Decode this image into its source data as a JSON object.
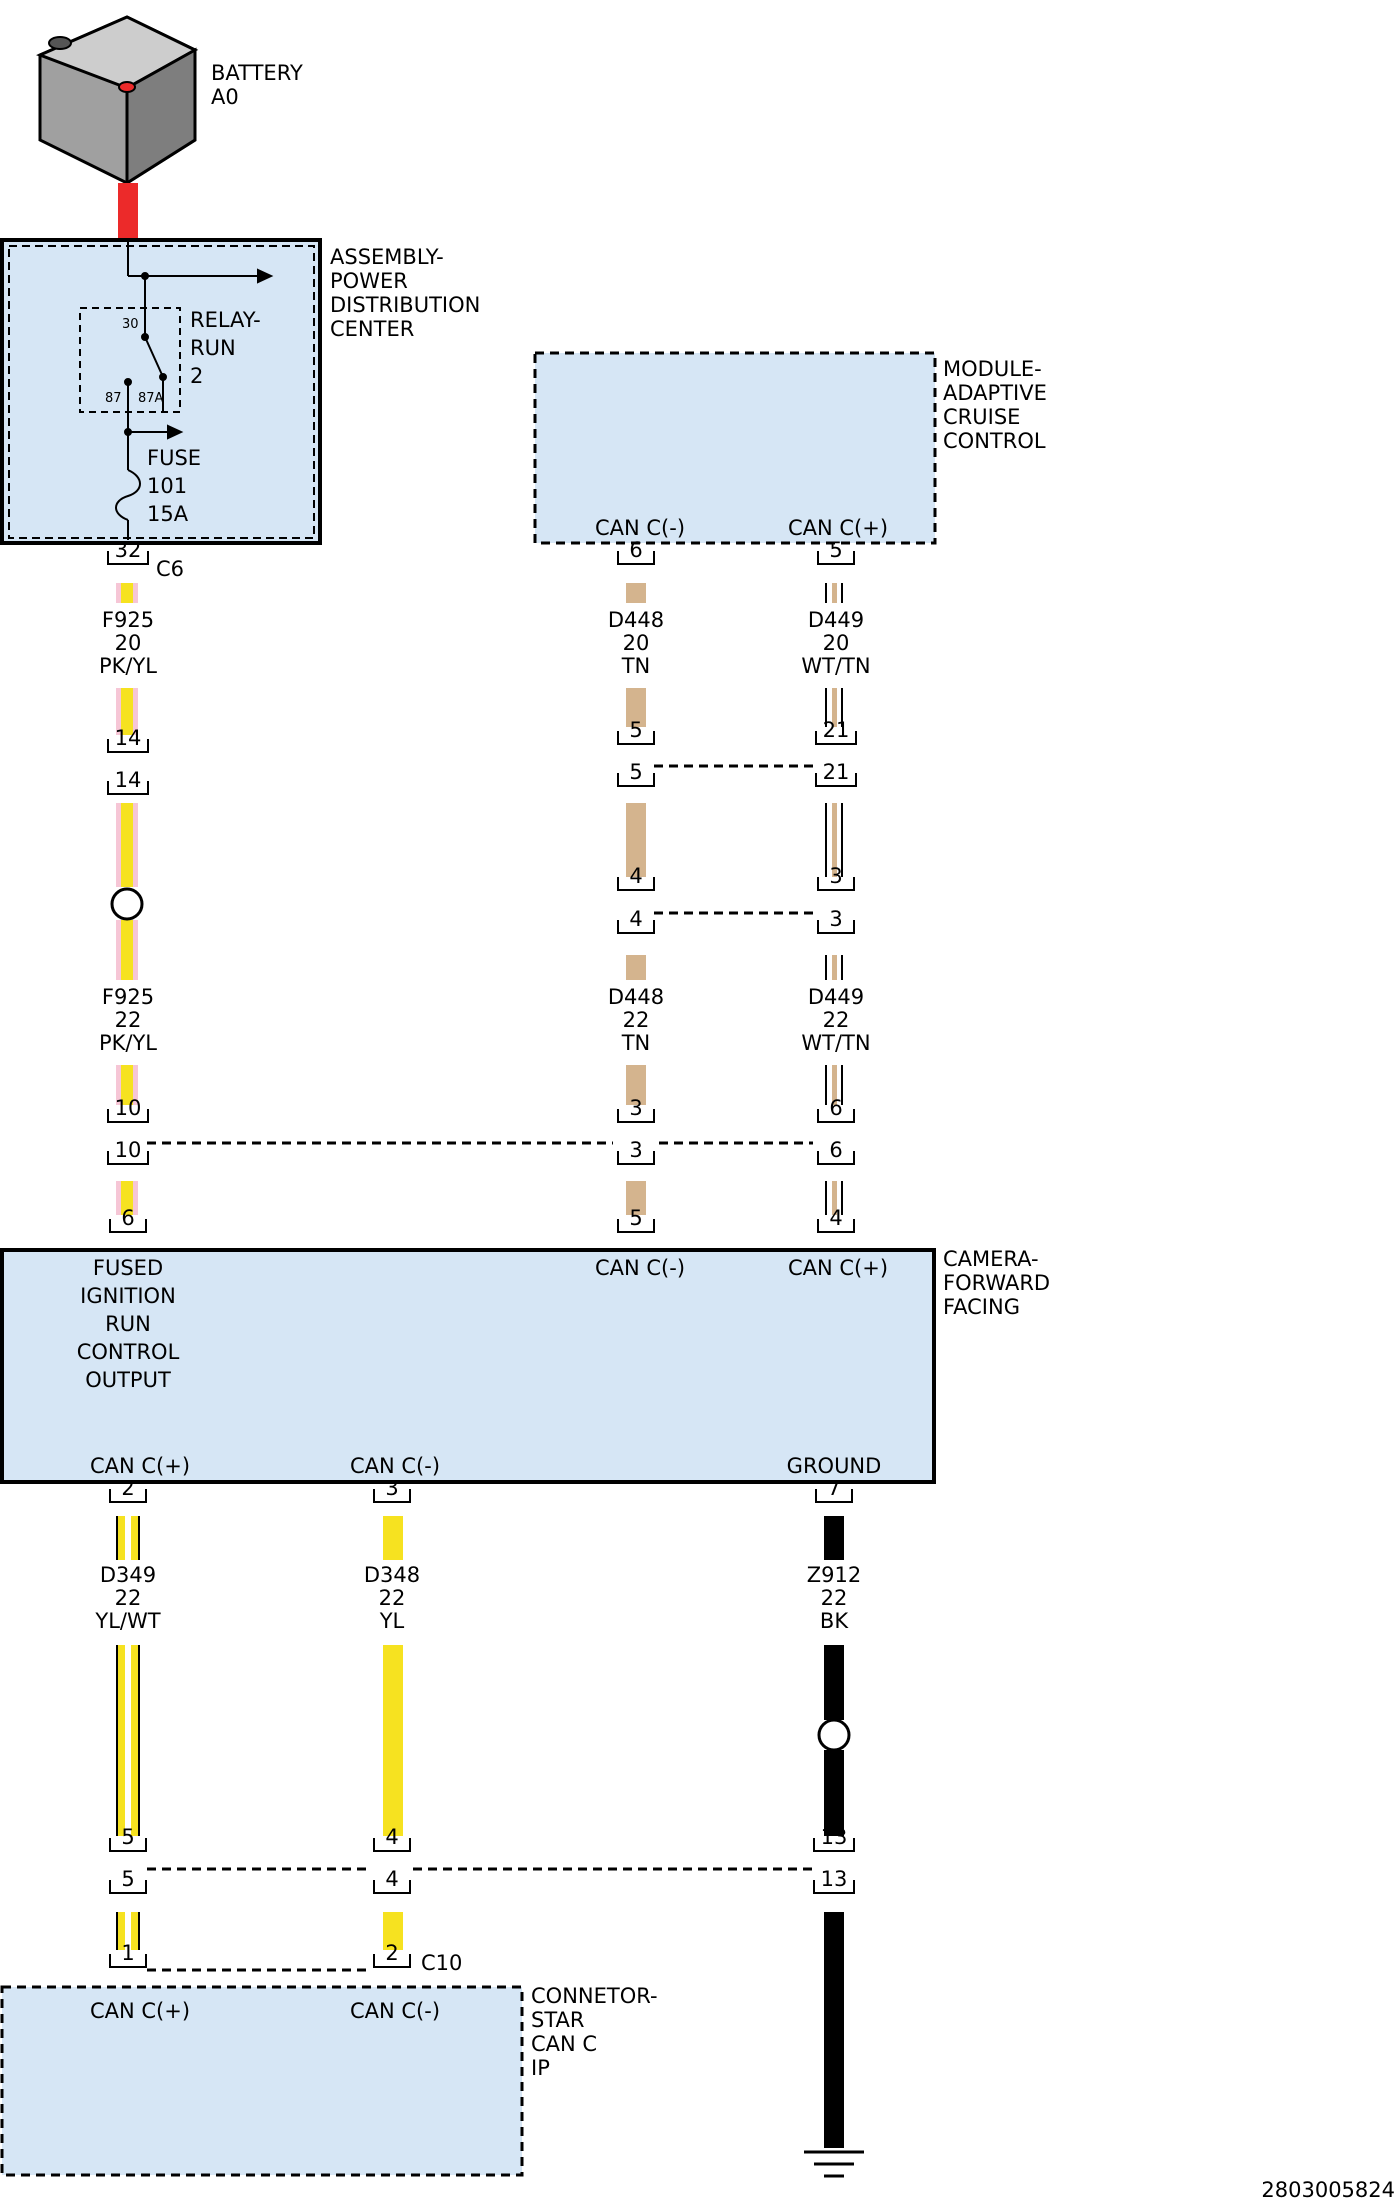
{
  "colors": {
    "box_fill": "#d6e6f5",
    "red": "#ec2a2a",
    "pink": "#f6c6d6",
    "yellow": "#f6e220",
    "tan": "#d4b48e",
    "white": "#ffffff",
    "black": "#000000"
  },
  "battery": {
    "name": "BATTERY",
    "ref": "A0"
  },
  "pdc": {
    "name_lines": [
      "ASSEMBLY-",
      "POWER",
      "DISTRIBUTION",
      "CENTER"
    ],
    "relay_lines": [
      "RELAY-",
      "RUN",
      "2"
    ],
    "relay_pins": {
      "p30": "30",
      "p87": "87",
      "p87a": "87A"
    },
    "fuse_lines": [
      "FUSE",
      "101",
      "15A"
    ],
    "pin": "32",
    "connector": "C6"
  },
  "acc": {
    "name_lines": [
      "MODULE-",
      "ADAPTIVE",
      "CRUISE",
      "CONTROL"
    ],
    "can_minus": "CAN C(-)",
    "can_plus": "CAN C(+)",
    "pin_minus": "6",
    "pin_plus": "5"
  },
  "wires": {
    "f925_a": [
      "F925",
      "20",
      "PK/YL"
    ],
    "f925_b": [
      "F925",
      "22",
      "PK/YL"
    ],
    "d448_a": [
      "D448",
      "20",
      "TN"
    ],
    "d448_b": [
      "D448",
      "22",
      "TN"
    ],
    "d449_a": [
      "D449",
      "20",
      "WT/TN"
    ],
    "d449_b": [
      "D449",
      "22",
      "WT/TN"
    ],
    "d349": [
      "D349",
      "22",
      "YL/WT"
    ],
    "d348": [
      "D348",
      "22",
      "YL"
    ],
    "z912": [
      "Z912",
      "22",
      "BK"
    ]
  },
  "pins": {
    "col1_row1": "14",
    "col1_row2": "14",
    "col2_row1": "5",
    "col2_row2": "5",
    "col2_row3": "4",
    "col2_row4": "4",
    "col3_row1": "21",
    "col3_row2": "21",
    "col3_row3": "3",
    "col3_row4": "3",
    "mid_col1_a": "10",
    "mid_col1_b": "10",
    "mid_col2_a": "3",
    "mid_col2_b": "3",
    "mid_col3_a": "6",
    "mid_col3_b": "6",
    "cam_top_1": "6",
    "cam_top_2": "5",
    "cam_top_3": "4",
    "cam_bot_1": "2",
    "cam_bot_2": "3",
    "cam_bot_3": "7",
    "low_col1_a": "5",
    "low_col1_b": "5",
    "low_col2_a": "4",
    "low_col2_b": "4",
    "low_col3_a": "13",
    "low_col3_b": "13",
    "star_1": "1",
    "star_2": "2"
  },
  "camera": {
    "name_lines": [
      "CAMERA-",
      "FORWARD",
      "FACING"
    ],
    "fused_lines": [
      "FUSED",
      "IGNITION",
      "RUN",
      "CONTROL",
      "OUTPUT"
    ],
    "can_minus_top": "CAN C(-)",
    "can_plus_top": "CAN C(+)",
    "can_plus_bot": "CAN C(+)",
    "can_minus_bot": "CAN C(-)",
    "ground": "GROUND"
  },
  "star": {
    "name_lines": [
      "CONNETOR-",
      "STAR",
      "CAN C",
      "IP"
    ],
    "can_plus": "CAN C(+)",
    "can_minus": "CAN C(-)",
    "connector": "C10"
  },
  "doc_id": "2803005824"
}
